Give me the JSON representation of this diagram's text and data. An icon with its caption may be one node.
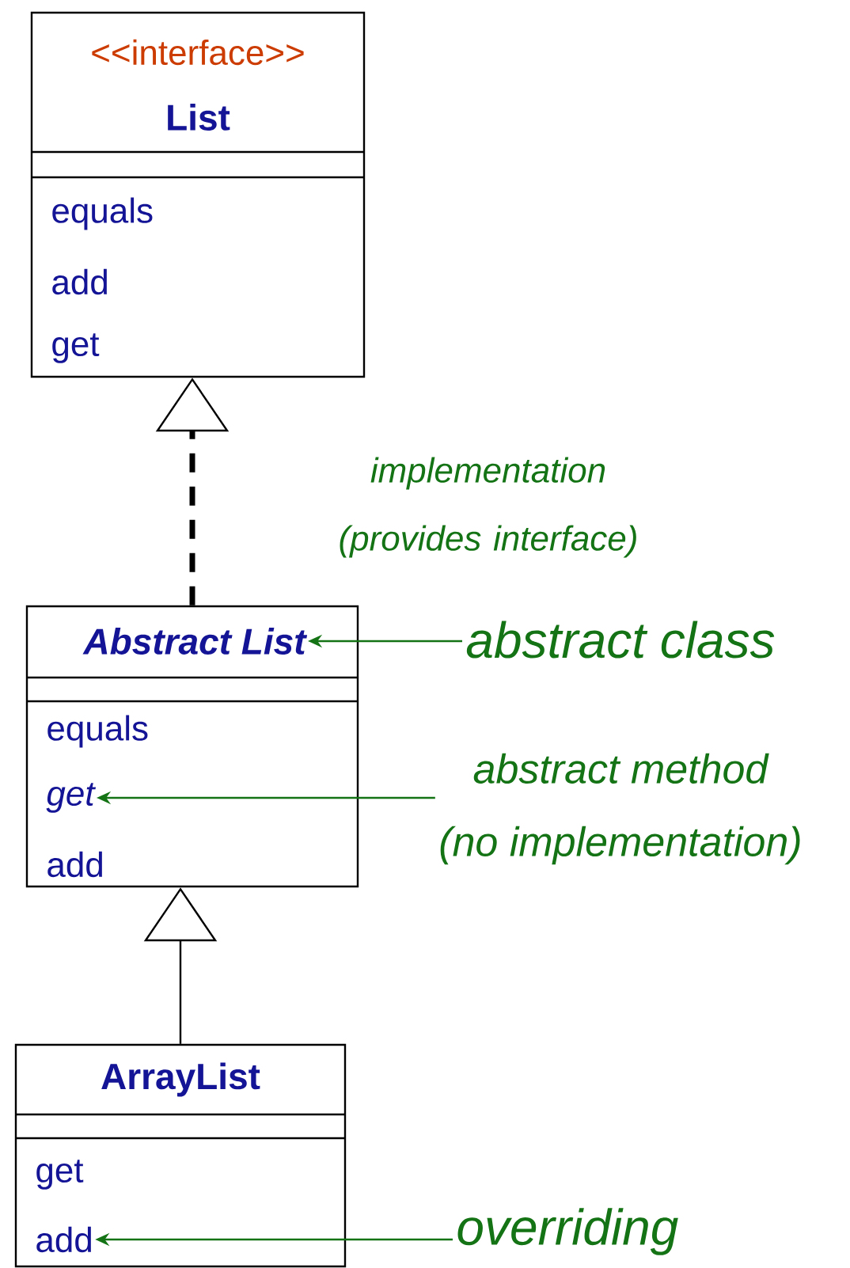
{
  "diagram": {
    "nodes": [
      {
        "text": [
          "<<interface>>",
          "List"
        ]
      },
      {
        "text": [
          "equals"
        ],
        "in": 0
      },
      {
        "text": [
          "add"
        ],
        "in": 0
      },
      {
        "text": [
          "get"
        ],
        "in": 0
      },
      {
        "text": [
          "Abstract List"
        ]
      },
      {
        "text": [
          "equals"
        ],
        "in": 4
      },
      {
        "text": [
          "get"
        ],
        "in": 4
      },
      {
        "text": [
          "add"
        ],
        "in": 4
      },
      {
        "text": [
          "ArrayList"
        ]
      },
      {
        "text": [
          "get"
        ],
        "in": 8
      },
      {
        "text": [
          "add"
        ],
        "in": 8
      },
      {
        "text": [
          "abstract class"
        ]
      },
      {
        "text": [
          "abstract method",
          "(no implementation)"
        ]
      },
      {
        "text": [
          "overriding"
        ]
      }
    ],
    "edges": [
      {
        "from": 4,
        "to": 0,
        "arrow": "to",
        "style": "dashed",
        "color": "#000000",
        "label": "implementation (provides interface)"
      },
      {
        "from": 8,
        "to": 4,
        "arrow": "to",
        "color": "#000000"
      },
      {
        "from": 11,
        "to": 4,
        "arrow": "to"
      },
      {
        "from": 12,
        "to": 6,
        "arrow": "to"
      },
      {
        "from": 13,
        "to": 10,
        "arrow": "to"
      }
    ]
  }
}
